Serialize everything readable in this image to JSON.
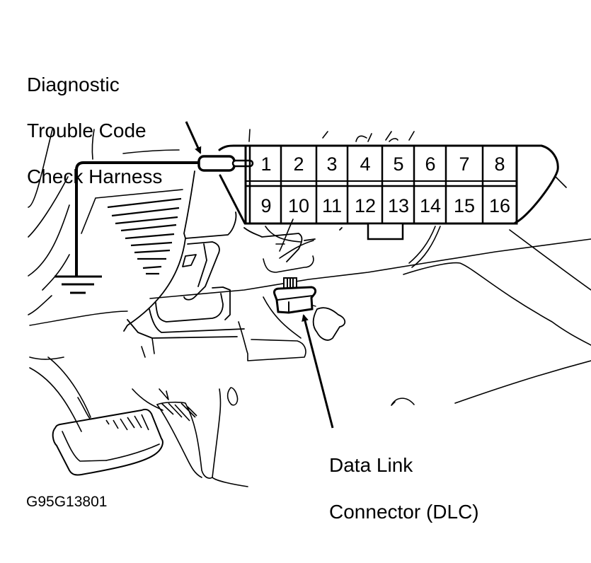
{
  "figure": {
    "id_label": "G95G13801",
    "colors": {
      "ink": "#000000",
      "background": "#ffffff"
    }
  },
  "callouts": {
    "harness": {
      "lines": [
        "Diagnostic",
        "Trouble Code",
        "Check Harness"
      ]
    },
    "dlc": {
      "lines": [
        "Data Link",
        "Connector (DLC)"
      ]
    }
  },
  "connector": {
    "top_row_pins": [
      "1",
      "2",
      "3",
      "4",
      "5",
      "6",
      "7",
      "8"
    ],
    "bottom_row_pins": [
      "9",
      "10",
      "11",
      "12",
      "13",
      "14",
      "15",
      "16"
    ],
    "harness_pin": "1"
  },
  "icons": {
    "ground": "ground-symbol-icon",
    "arrow": "leader-arrow-icon"
  }
}
